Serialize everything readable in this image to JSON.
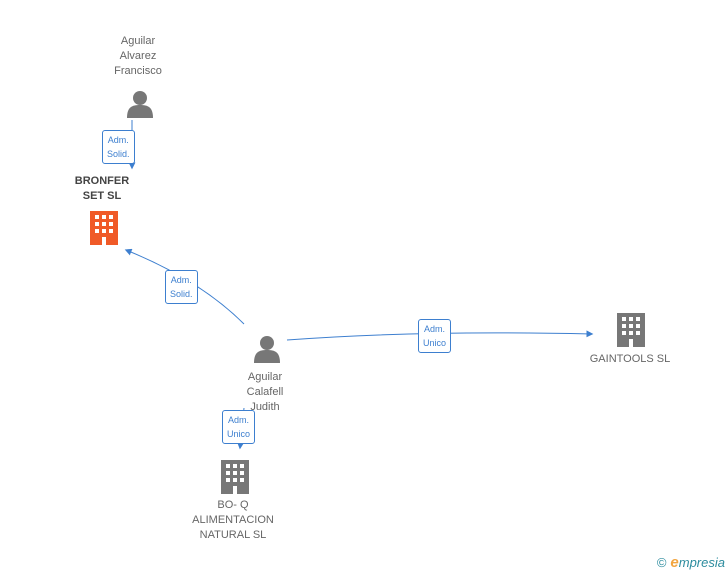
{
  "nodes": {
    "person_top": {
      "label": "Aguilar\nAlvarez\nFrancisco",
      "type": "person",
      "color": "#777777"
    },
    "bronfer": {
      "label": "BRONFER\nSET SL",
      "type": "company",
      "color": "#f05a28"
    },
    "person_center": {
      "label": "Aguilar\nCalafell\nJudith",
      "type": "person",
      "color": "#777777"
    },
    "gaintools": {
      "label": "GAINTOOLS SL",
      "type": "company",
      "color": "#777777"
    },
    "boq": {
      "label": "BO- Q\nALIMENTACION\nNATURAL  SL",
      "type": "company",
      "color": "#777777"
    }
  },
  "edges": {
    "top_to_bronfer": {
      "label": "Adm.\nSolid."
    },
    "center_to_bronfer": {
      "label": "Adm.\nSolid."
    },
    "center_to_gaintools": {
      "label": "Adm.\nUnico"
    },
    "center_to_boq": {
      "label": "Adm.\nUnico"
    }
  },
  "colors": {
    "edge": "#3d7fcf"
  },
  "brand": {
    "copyright": "©",
    "initial": "e",
    "name": "mpresia"
  }
}
